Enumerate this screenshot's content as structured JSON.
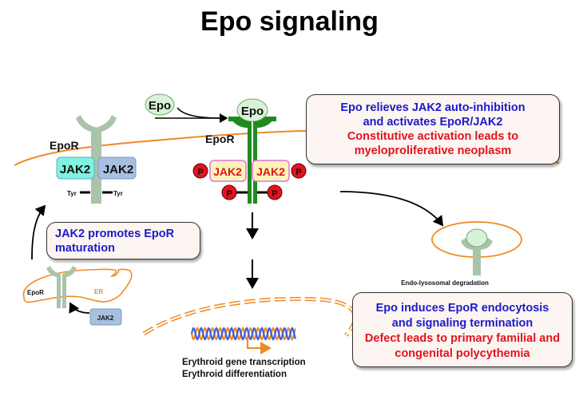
{
  "title": "Epo signaling",
  "colors": {
    "membrane": "#f08a24",
    "receptor_inactive": "#a9c4a9",
    "receptor_active": "#1f8a1f",
    "jak2_cyan": "#7ff2e0",
    "jak2_blue": "#a8c0e0",
    "jak2_active_fill": "#fbf4b8",
    "jak2_active_border": "#e070e0",
    "phospho": "#e0141e",
    "epo_fill": "#d8f2d8",
    "text_blue": "#1b1bc8",
    "text_red": "#e0141e"
  },
  "diagram": {
    "epo_free_label": "Epo",
    "epo_bound_label": "Epo",
    "epor_inactive_label": "EpoR",
    "epor_active_label": "EpoR",
    "jak2_left_inactive": "JAK2",
    "jak2_right_inactive": "JAK2",
    "tyr_left": "Tyr",
    "tyr_right": "Tyr",
    "jak2_left_active": "JAK2",
    "jak2_right_active": "JAK2",
    "phospho_label": "P",
    "er_epor_label": "EpoR",
    "er_label": "ER",
    "er_jak2_label": "JAK2",
    "degradation_label": "Endo-lysosomal degradation",
    "transcription_line1": "Erythroid gene transcription",
    "transcription_line2": "Erythroid differentiation"
  },
  "boxes": {
    "activation": {
      "blue_lines": [
        "Epo relieves JAK2 auto-inhibition",
        "and activates EpoR/JAK2"
      ],
      "red_lines": [
        "Constitutive activation leads to",
        "myeloproliferative neoplasm"
      ]
    },
    "maturation": {
      "blue_lines": [
        "JAK2 promotes EpoR",
        "maturation"
      ]
    },
    "endocytosis": {
      "blue_lines": [
        "Epo induces EpoR endocytosis",
        "and signaling termination"
      ],
      "red_lines": [
        "Defect leads to primary familial and",
        "congenital polycythemia"
      ]
    }
  }
}
